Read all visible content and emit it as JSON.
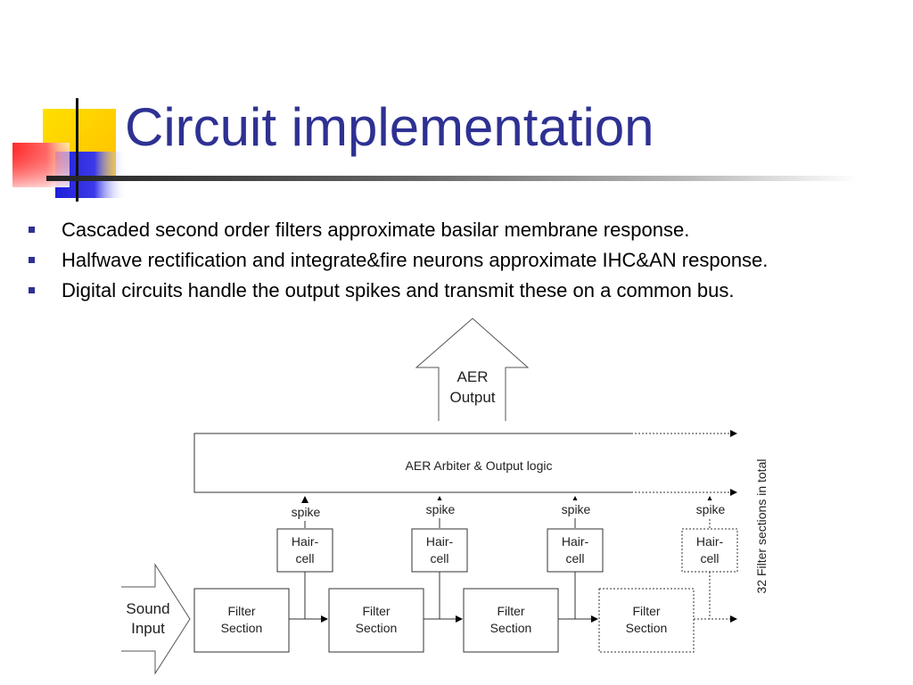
{
  "slide": {
    "title": "Circuit implementation",
    "bullets": [
      "Cascaded second order filters approximate basilar membrane response.",
      "Halfwave rectification and integrate&fire neurons approximate IHC&AN response.",
      "Digital circuits handle the output spikes and transmit these on a common bus."
    ]
  },
  "diagram": {
    "output_arrow": [
      "AER",
      "Output"
    ],
    "arbiter_label": "AER Arbiter & Output logic",
    "spike_label": "spike",
    "haircell_label": [
      "Hair-",
      "cell"
    ],
    "filter_label": [
      "Filter",
      "Section"
    ],
    "input_arrow": [
      "Sound",
      "Input"
    ],
    "side_note": "32 Filter sections in total"
  },
  "colors": {
    "title": "#2E3192",
    "bullet": "#2E3192",
    "deco_yellow": "#FFD700",
    "deco_blue": "#2F2FE0",
    "deco_red": "#FF3B3B"
  }
}
